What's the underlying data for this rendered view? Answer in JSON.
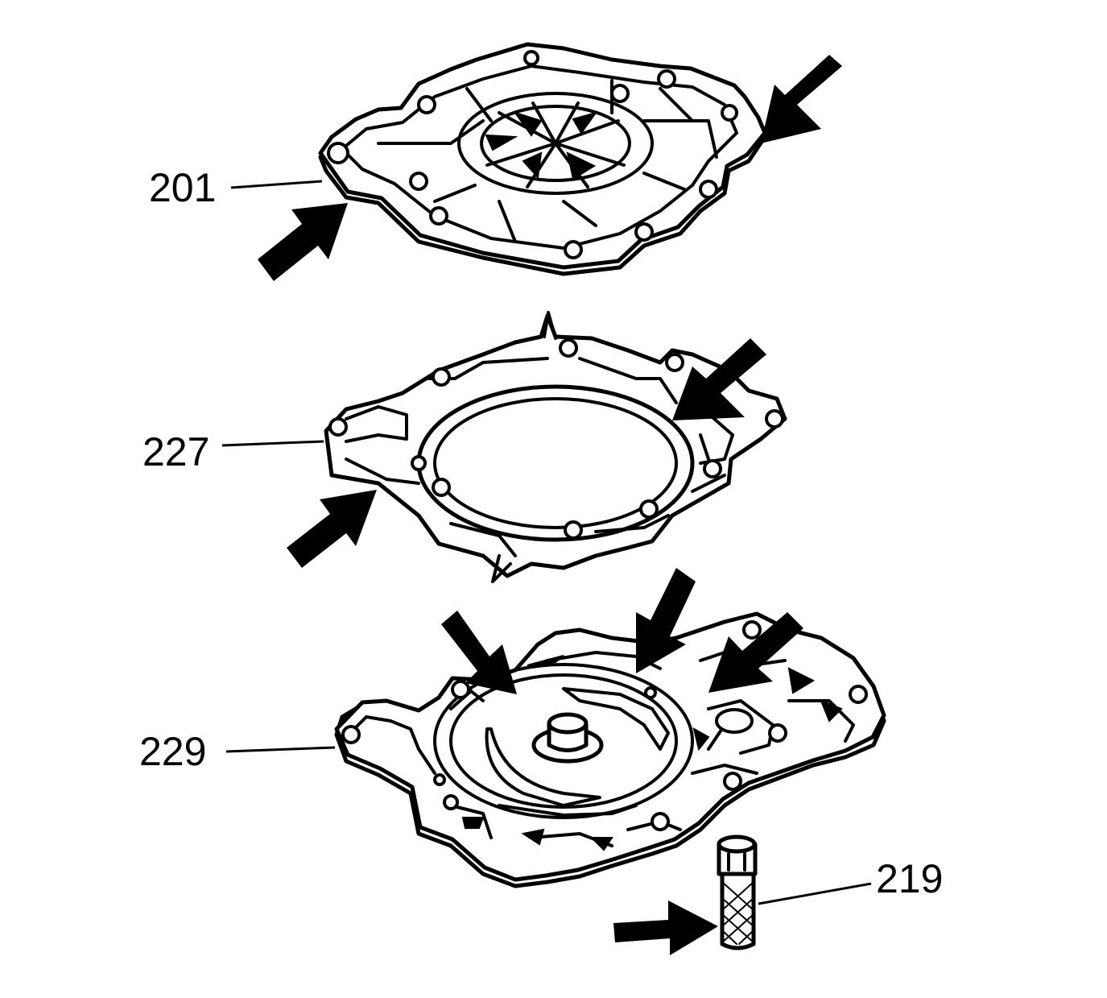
{
  "figure": {
    "callouts": [
      {
        "id": "cover",
        "label": "201"
      },
      {
        "id": "gasket",
        "label": "227"
      },
      {
        "id": "pump-body",
        "label": "229"
      },
      {
        "id": "filter",
        "label": "219"
      }
    ],
    "stroke_color": "#000000",
    "background_color": "#ffffff"
  }
}
